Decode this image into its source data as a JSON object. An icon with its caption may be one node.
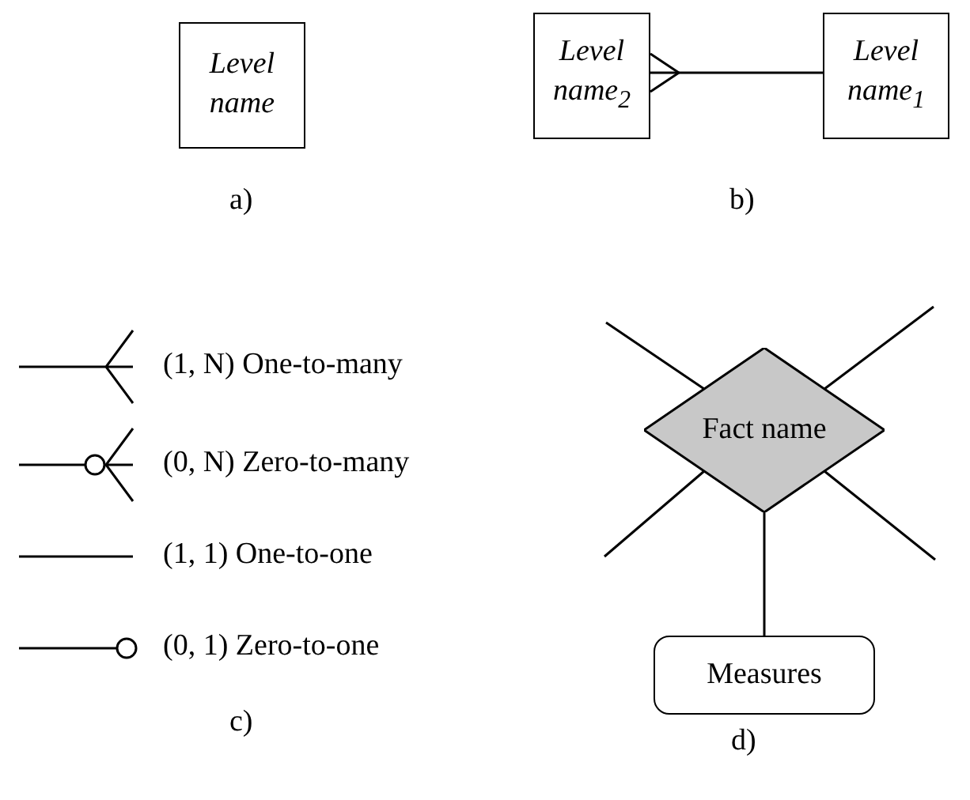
{
  "diagram": {
    "nodes": [
      {
        "text": [
          "Level name"
        ]
      },
      {
        "text": [
          "Level name$_{2}$"
        ]
      },
      {
        "text": [
          "Level name$_{1}$"
        ]
      },
      {
        "text": [
          "Fact name"
        ]
      },
      {
        "text": [
          "Measures"
        ]
      }
    ],
    "edges": [
      {
        "from": 1,
        "to": 2,
        "arrow": "other"
      },
      {
        "from": null,
        "to": 3,
        "arrow": "none"
      },
      {
        "from": null,
        "to": 3,
        "arrow": "none"
      },
      {
        "from": null,
        "to": 3,
        "arrow": "none"
      },
      {
        "from": null,
        "to": 3,
        "arrow": "none"
      },
      {
        "from": 3,
        "to": 4,
        "arrow": "none"
      }
    ],
    "labels": [
      "a)",
      "b)",
      "c)",
      "d)"
    ],
    "legend": [
      {
        "text": "(1, N) One-to-many"
      },
      {
        "text": "(0, N) Zero-to-many"
      },
      {
        "text": "(1, 1) One-to-one"
      },
      {
        "text": "(0, 1) Zero-to-one"
      }
    ]
  }
}
